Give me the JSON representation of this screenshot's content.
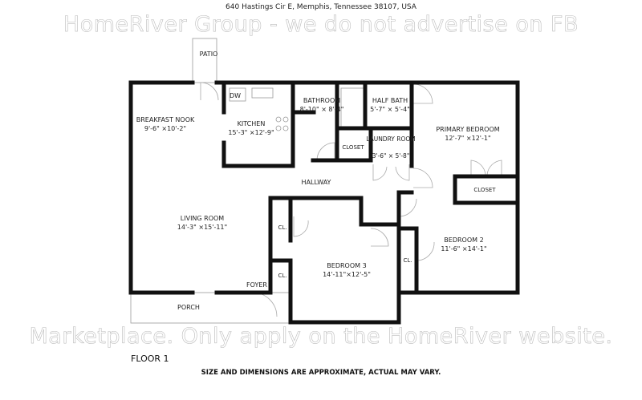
{
  "address": "640 Hastings Cir E, Memphis, Tennessee 38107, USA",
  "rooms": [
    {
      "name": "PATIO",
      "dims": ""
    },
    {
      "name": "BREAKFAST NOOK",
      "dims": "9'-6\" ×10'-2\""
    },
    {
      "name": "KITCHEN",
      "dims": "15'-3\" ×12'-9\""
    },
    {
      "name": "DW",
      "dims": ""
    },
    {
      "name": "BATHROOM",
      "dims": "8'-10\" × 8'-4\""
    },
    {
      "name": "HALF BATH",
      "dims": "5'-7\" × 5'-4\""
    },
    {
      "name": "CLOSET",
      "dims": ""
    },
    {
      "name": "LAUNDRY ROOM",
      "dims": "3'-6\" × 5'-8\""
    },
    {
      "name": "PRIMARY BEDROOM",
      "dims": "12'-7\" ×12'-1\""
    },
    {
      "name": "CLOSET",
      "dims": ""
    },
    {
      "name": "HALLWAY",
      "dims": ""
    },
    {
      "name": "LIVING ROOM",
      "dims": "14'-3\" ×15'-11\""
    },
    {
      "name": "CL.",
      "dims": ""
    },
    {
      "name": "BEDROOM 3",
      "dims": "14'-11\"×12'-5\""
    },
    {
      "name": "BEDROOM 2",
      "dims": "11'-6\" ×14'-1\""
    },
    {
      "name": "CL.",
      "dims": ""
    },
    {
      "name": "CL.",
      "dims": ""
    },
    {
      "name": "FOYER",
      "dims": ""
    },
    {
      "name": "PORCH",
      "dims": ""
    }
  ],
  "floor_label": "FLOOR 1",
  "watermark": {
    "line1": "HomeRiver Group - we do not advertise on FB",
    "line2": "Marketplace. Only apply on the HomeRiver website."
  },
  "footer": "SIZE AND DIMENSIONS ARE APPROXIMATE, ACTUAL MAY VARY."
}
